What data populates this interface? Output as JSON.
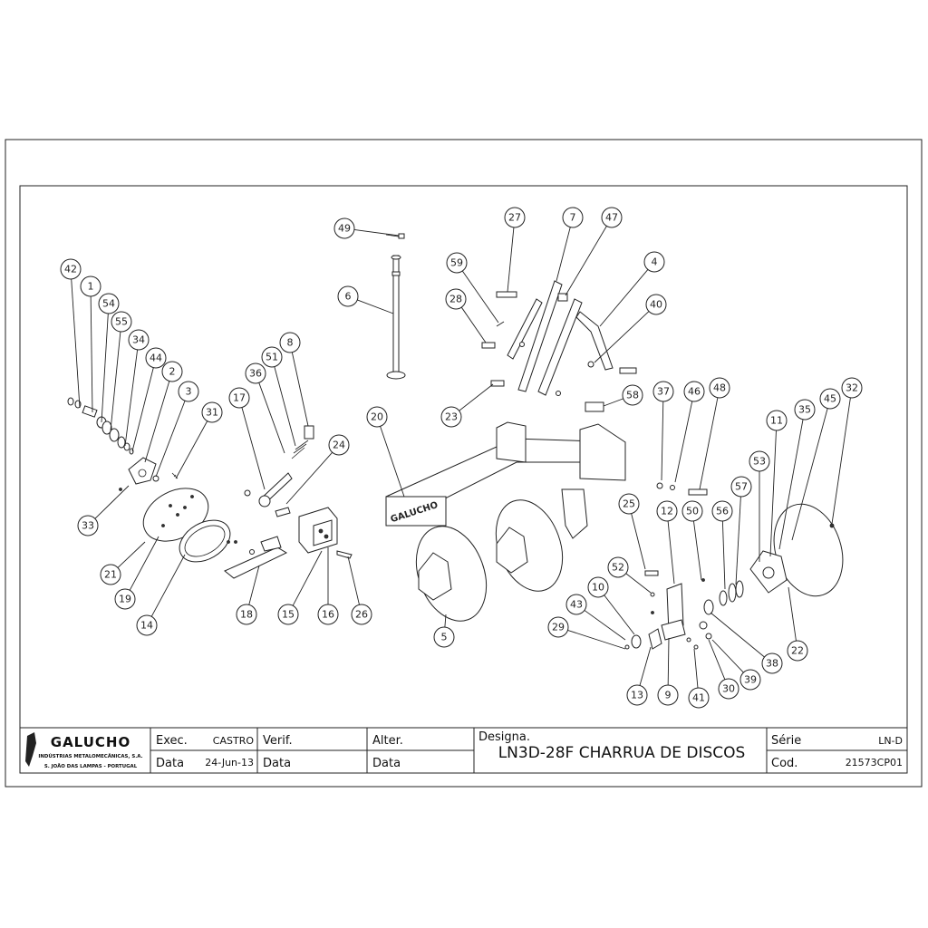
{
  "parts": [
    "42",
    "1",
    "54",
    "55",
    "34",
    "44",
    "2",
    "3",
    "31",
    "33",
    "21",
    "19",
    "14",
    "17",
    "36",
    "51",
    "8",
    "24",
    "18",
    "15",
    "16",
    "26",
    "49",
    "6",
    "27",
    "7",
    "47",
    "59",
    "28",
    "4",
    "40",
    "23",
    "58",
    "20",
    "5",
    "37",
    "46",
    "48",
    "25",
    "12",
    "52",
    "50",
    "56",
    "57",
    "53",
    "11",
    "35",
    "45",
    "32",
    "10",
    "43",
    "29",
    "13",
    "9",
    "41",
    "30",
    "39",
    "38",
    "22"
  ],
  "frame_logo": {
    "brand": "GALUCHO",
    "line1": "INDÚSTRIAS METALOMECÂNICAS, S.A.",
    "line2": "S. JOÃO DAS LAMPAS - PORTUGAL"
  },
  "title_block": {
    "exec_label": "Exec.",
    "exec_value": "CASTRO",
    "data_label_1": "Data",
    "data_value_1": "24-Jun-13",
    "verif_label": "Verif.",
    "data_label_2": "Data",
    "alter_label": "Alter.",
    "data_label_3": "Data",
    "designa_label": "Designa.",
    "title": "LN3D-28F CHARRUA DE DISCOS",
    "serie_label": "Série",
    "serie_value": "LN-D",
    "cod_label": "Cod.",
    "cod_value": "21573CP01"
  },
  "frame_brand_text": "GALUCHO"
}
